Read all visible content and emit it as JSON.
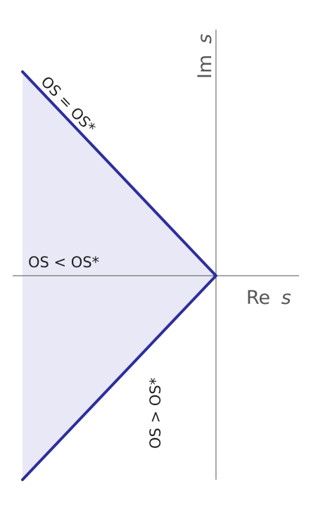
{
  "diagram": {
    "axes": {
      "imag_label_prefix": "Im",
      "imag_label_var": "s",
      "real_label_prefix": "Re",
      "real_label_var": "s"
    },
    "region_labels": {
      "upper_boundary": "OS = OS*",
      "inside_region": "OS < OS*",
      "outside_region": "OS > OS*"
    },
    "colors": {
      "boundary": "#2e2e9a",
      "region_fill": "#e8e8f6",
      "axis": "#707070"
    }
  }
}
